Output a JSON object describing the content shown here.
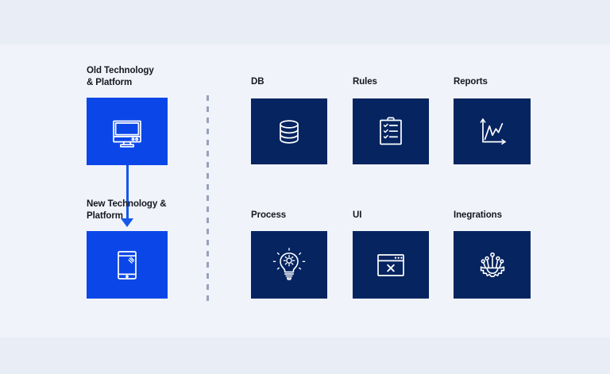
{
  "diagram": {
    "title_hidden": "",
    "background_color": "#eef1f8",
    "accent_blue": "#0b47e8",
    "accent_navy": "#052460",
    "divider_color": "#98a2bc",
    "arrow_color": "#1458e8"
  },
  "migration": {
    "from": {
      "label": "Old Technology\n& Platform",
      "icon": "desktop-monitor-icon",
      "card_color": "#0b47e8"
    },
    "to": {
      "label": "New Technology &\nPlatform",
      "icon": "tablet-icon",
      "card_color": "#0b47e8"
    },
    "connector": "down-arrow"
  },
  "components": [
    {
      "label": "DB",
      "icon": "database-icon",
      "card_color": "#052460"
    },
    {
      "label": "Rules",
      "icon": "clipboard-check-icon",
      "card_color": "#052460"
    },
    {
      "label": "Reports",
      "icon": "line-chart-icon",
      "card_color": "#052460"
    },
    {
      "label": "Process",
      "icon": "lightbulb-gear-icon",
      "card_color": "#052460"
    },
    {
      "label": "UI",
      "icon": "browser-window-x-icon",
      "card_color": "#052460"
    },
    {
      "label": "Inegrations",
      "icon": "gear-network-icon",
      "card_color": "#052460"
    }
  ]
}
